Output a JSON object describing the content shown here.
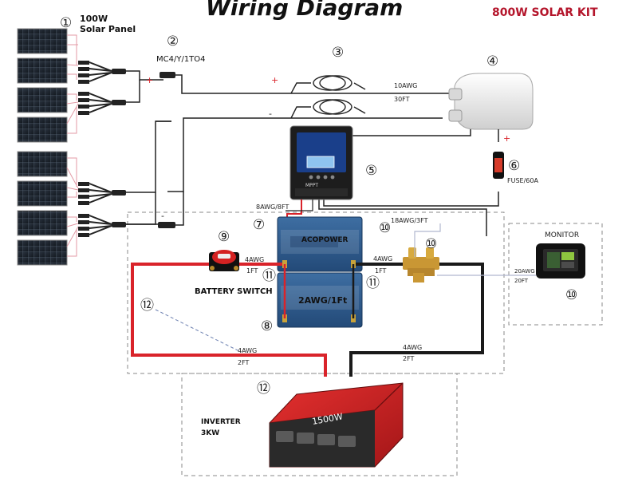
{
  "header": {
    "title": "Wiring Diagram",
    "kit_label": "800W SOLAR KIT"
  },
  "panel": {
    "num": "①",
    "name_line1": "100W",
    "name_line2": "Solar Panel"
  },
  "connector": {
    "num": "②",
    "name": "MC4/Y/1TO4"
  },
  "extension_cable": {
    "num": "③",
    "gauge": "10AWG",
    "length": "30FT"
  },
  "entry_gland": {
    "num": "④"
  },
  "controller": {
    "num": "⑤",
    "screen_label": "MPPT"
  },
  "fuse": {
    "num": "⑥",
    "label": "FUSE/60A"
  },
  "controller_cable": {
    "num": "⑦",
    "label": "8AWG/8FT"
  },
  "battery": {
    "num": "⑧",
    "brand": "ACOPOWER",
    "link_label": "2AWG/1Ft"
  },
  "battery_switch": {
    "num": "⑨",
    "label": "BATTERY SWITCH",
    "wire_gauge": "4AWG",
    "wire_len": "1FT"
  },
  "shunt": {
    "num": "⑩",
    "cable_label": "18AWG/3FT",
    "wire_gauge": "4AWG",
    "wire_len": "1FT"
  },
  "terminal_num": "⑪",
  "inverter_cable": {
    "num": "⑫",
    "left_gauge": "4AWG",
    "left_len": "2FT",
    "right_gauge": "4AWG",
    "right_len": "2FT"
  },
  "monitor": {
    "num": "⑩",
    "title": "MONITOR",
    "cable_gauge": "20AWG",
    "cable_len": "20FT"
  },
  "inverter": {
    "label_line1": "INVERTER",
    "label_line2": "3KW",
    "rating": "1500W"
  },
  "polarity": {
    "plus": "+",
    "minus": "-"
  }
}
